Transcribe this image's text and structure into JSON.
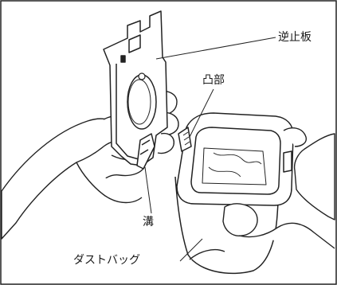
{
  "figure": {
    "labels": {
      "check_plate": "逆止板",
      "bump": "凸部",
      "groove": "溝",
      "dust_bag": "ダストバッグ"
    }
  }
}
